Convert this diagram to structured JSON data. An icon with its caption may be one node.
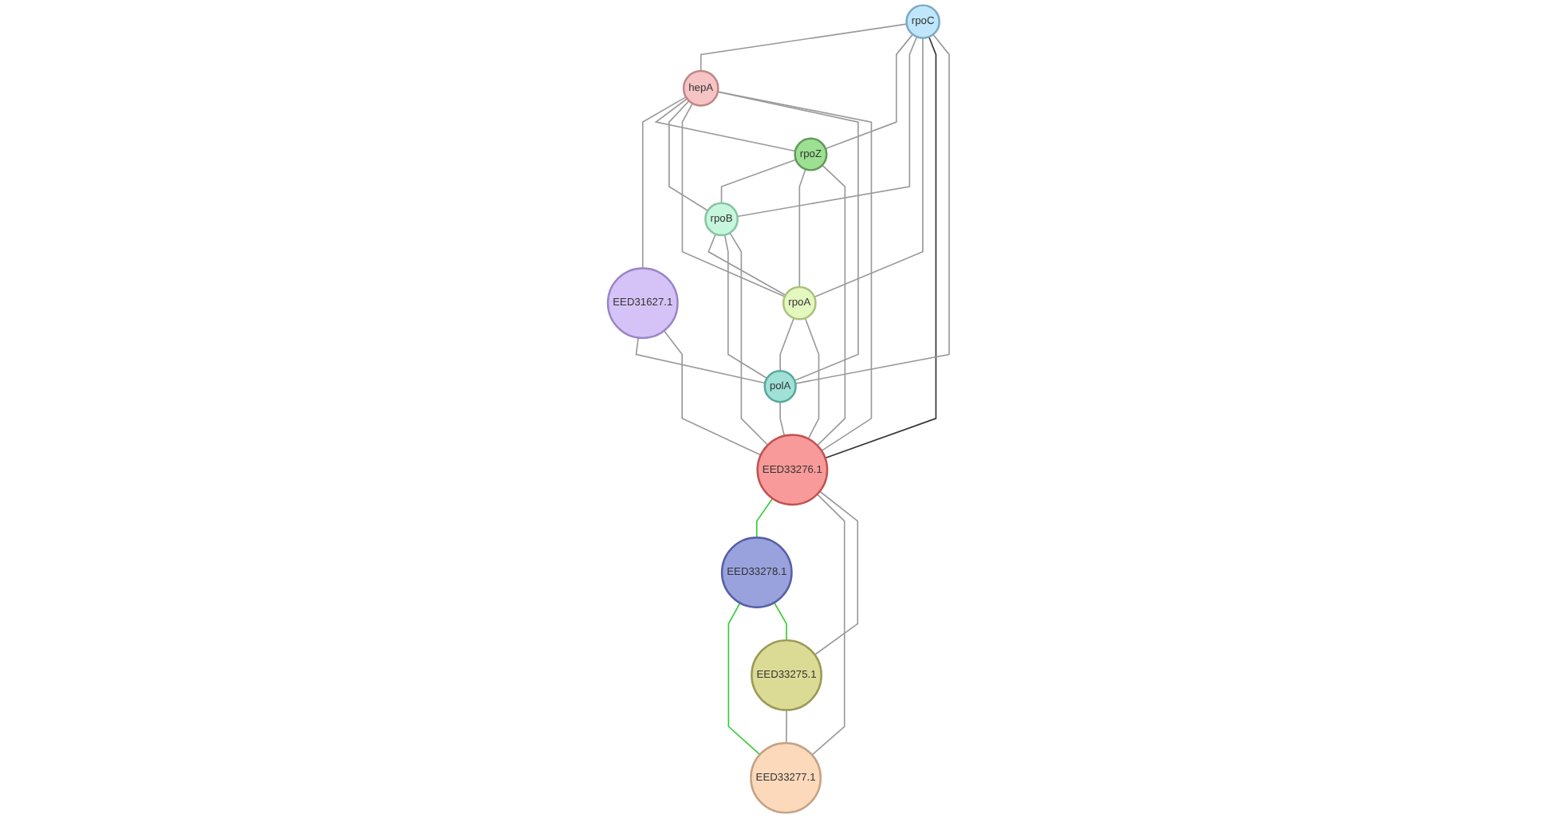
{
  "diagram": {
    "nodes": [
      {
        "text": [
          "rpoC"
        ]
      },
      {
        "text": [
          "hepA"
        ]
      },
      {
        "text": [
          "EED31627.1"
        ]
      },
      {
        "text": [
          "rpoZ"
        ]
      },
      {
        "text": [
          "rpoB"
        ]
      },
      {
        "text": [
          "polA"
        ]
      },
      {
        "text": [
          "rpoA"
        ]
      },
      {
        "text": [
          "EED33276.1"
        ]
      },
      {
        "text": [
          "EED33278.1"
        ]
      },
      {
        "text": [
          "EED33277.1"
        ]
      },
      {
        "text": [
          "EED33275.1"
        ]
      }
    ],
    "edges": [
      {
        "from": 0,
        "to": 1,
        "arrow": "none"
      },
      {
        "from": 0,
        "to": 3,
        "arrow": "none"
      },
      {
        "from": 0,
        "to": 4,
        "arrow": "none"
      },
      {
        "from": 0,
        "to": 6,
        "arrow": "none"
      },
      {
        "from": 0,
        "to": 7,
        "arrow": "none",
        "color": "#333333"
      },
      {
        "from": 0,
        "to": 5,
        "arrow": "none"
      },
      {
        "from": 1,
        "to": 2,
        "arrow": "none"
      },
      {
        "from": 1,
        "to": 3,
        "arrow": "none"
      },
      {
        "from": 1,
        "to": 4,
        "arrow": "none"
      },
      {
        "from": 1,
        "to": 6,
        "arrow": "none"
      },
      {
        "from": 1,
        "to": 5,
        "arrow": "none"
      },
      {
        "from": 1,
        "to": 7,
        "arrow": "none"
      },
      {
        "from": 2,
        "to": 5,
        "arrow": "none"
      },
      {
        "from": 2,
        "to": 7,
        "arrow": "none"
      },
      {
        "from": 3,
        "to": 4,
        "arrow": "none"
      },
      {
        "from": 3,
        "to": 6,
        "arrow": "none"
      },
      {
        "from": 3,
        "to": 7,
        "arrow": "none"
      },
      {
        "from": 4,
        "to": 6,
        "arrow": "none"
      },
      {
        "from": 4,
        "to": 5,
        "arrow": "none"
      },
      {
        "from": 4,
        "to": 7,
        "arrow": "none"
      },
      {
        "from": 6,
        "to": 5,
        "arrow": "none"
      },
      {
        "from": 6,
        "to": 7,
        "arrow": "none"
      },
      {
        "from": 5,
        "to": 7,
        "arrow": "none"
      },
      {
        "from": 7,
        "to": 8,
        "arrow": "none",
        "color": "#33cc33"
      },
      {
        "from": 7,
        "to": 9,
        "arrow": "none"
      },
      {
        "from": 7,
        "to": 10,
        "arrow": "none"
      },
      {
        "from": 8,
        "to": 9,
        "arrow": "none",
        "color": "#33cc33"
      },
      {
        "from": 8,
        "to": 10,
        "arrow": "none",
        "color": "#33cc33"
      },
      {
        "from": 10,
        "to": 9,
        "arrow": "none"
      }
    ]
  }
}
